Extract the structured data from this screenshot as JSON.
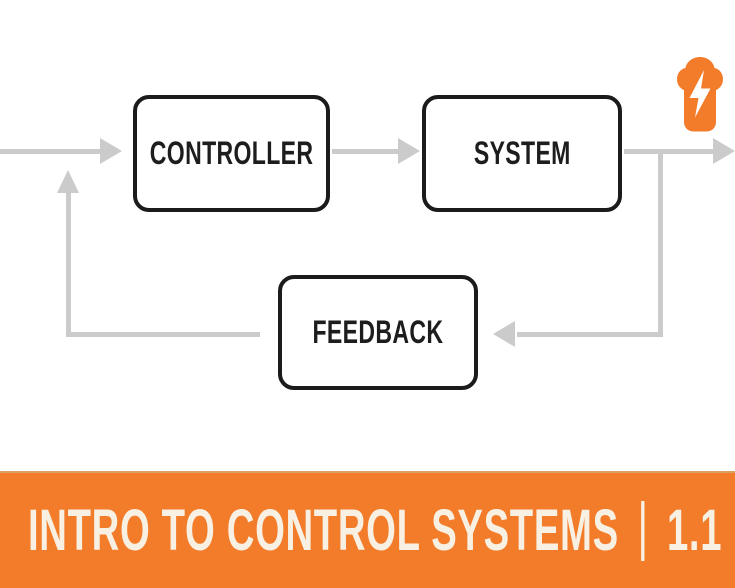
{
  "diagram": {
    "blocks": [
      {
        "label": "CONTROLLER"
      },
      {
        "label": "SYSTEM"
      },
      {
        "label": "FEEDBACK"
      }
    ],
    "icons": {
      "toast": "toast-lightning-icon"
    }
  },
  "banner": {
    "title": "INTRO TO CONTROL SYSTEMS",
    "separator": "|",
    "episode": "1.1"
  },
  "colors": {
    "accent_orange": "#F37C2B",
    "arrow_gray": "#CBCBCB",
    "box_border": "#1B1B1B",
    "banner_text": "#F8F1E3",
    "background": "#FFFFFF"
  }
}
